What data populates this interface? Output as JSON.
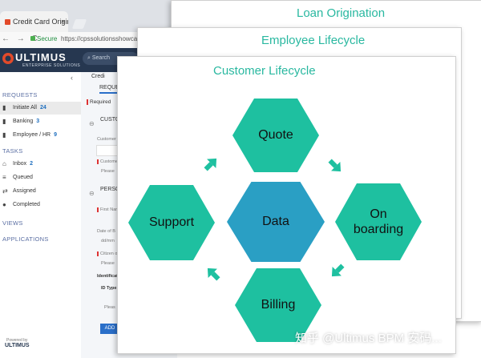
{
  "browser": {
    "tab_title": "Credit Card Origination",
    "tab_close": "×",
    "nav_arrows": "← → C",
    "secure_label": "Secure",
    "url": "https://cpssolutionsshowcase"
  },
  "app": {
    "logo_text": "ULTIMUS",
    "logo_subtitle": "ENTERPRISE SOLUTIONS",
    "search_placeholder": "Search",
    "collapse": "‹"
  },
  "sidebar": {
    "requests_heading": "REQUESTS",
    "requests": [
      {
        "label": "Initiate All",
        "count": "24"
      },
      {
        "label": "Banking",
        "count": "3"
      },
      {
        "label": "Employee / HR",
        "count": "9"
      }
    ],
    "tasks_heading": "TASKS",
    "tasks": [
      {
        "label": "Inbox",
        "count": "2"
      },
      {
        "label": "Queued",
        "count": ""
      },
      {
        "label": "Assigned",
        "count": ""
      },
      {
        "label": "Completed",
        "count": ""
      }
    ],
    "views_heading": "VIEWS",
    "applications_heading": "APPLICATIONS",
    "powered_by": "Powered by",
    "footer_logo": "ULTIMUS"
  },
  "form": {
    "crumb": "Credi",
    "tab": "REQUE",
    "required": "Required",
    "section_customer": "CUSTO",
    "customer_label": "Customer",
    "customer_required": "Custome",
    "please1": "Please",
    "section_personal": "PERSO",
    "first_name": "First Nam",
    "date_of": "Date of B",
    "date_placeholder": "dd/mm",
    "citizen": "Citizen o",
    "please2": "Please",
    "identification": "Identificat",
    "id_type": "ID Type",
    "please3": "Pleas",
    "add_button": "ADD"
  },
  "slides": {
    "loan_title": "Loan Origination",
    "employee_title": "Employee Lifecycle",
    "customer_title": "Customer Lifecycle",
    "cycle": {
      "center": "Data",
      "top": "Quote",
      "right_line1": "On",
      "right_line2": "boarding",
      "bottom": "Billing",
      "left": "Support"
    }
  },
  "colors": {
    "hex_green": "#1ec0a0",
    "hex_blue": "#2a9fc4",
    "title_teal": "#29b8a0",
    "appbar": "#263750"
  },
  "watermark": "知乎 @Ultimus BPM 安码..."
}
